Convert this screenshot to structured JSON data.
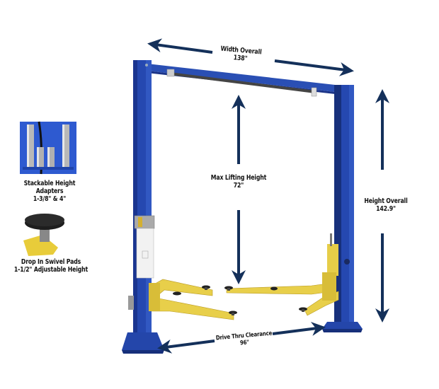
{
  "diagram": {
    "subject": "Two-post vehicle lift with dimensions",
    "colors": {
      "post_blue": "#2244a8",
      "post_blue_dark": "#18307e",
      "arm_yellow": "#e8cf4a",
      "arm_yellow_dark": "#b89a22",
      "arrow_navy": "#14305a",
      "pad_black": "#222222",
      "background": "#ffffff"
    },
    "dimensions": {
      "width_overall": {
        "label": "Width Overall",
        "value": "138\""
      },
      "max_lifting_height": {
        "label": "Max Lifting Height",
        "value": "72\""
      },
      "height_overall": {
        "label": "Height Overall",
        "value": "142.9\""
      },
      "drive_thru_clearance": {
        "label": "Drive Thru Clearance",
        "value": "96\""
      }
    },
    "accessories": [
      {
        "icon": "height-adapters-image",
        "title": "Stackable Height Adapters",
        "detail": "1-3/8\" & 4\""
      },
      {
        "icon": "swivel-pad-image",
        "title": "Drop In Swivel Pads",
        "detail": "1-1/2\" Adjustable Height"
      }
    ]
  }
}
